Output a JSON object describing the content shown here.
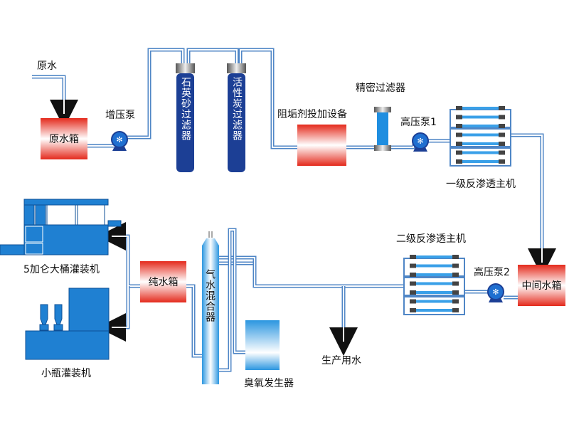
{
  "labels": {
    "raw_water": "原水",
    "raw_tank": "原水箱",
    "booster_pump": "增压泵",
    "quartz_filter": "石英砂过滤器",
    "carbon_filter": "活性炭过滤器",
    "antiscalant": "阻垢剂投加设备",
    "precision_filter": "精密过滤器",
    "hp_pump1": "高压泵1",
    "ro1": "一级反渗透主机",
    "middle_tank": "中间水箱",
    "hp_pump2": "高压泵2",
    "ro2": "二级反渗透主机",
    "production_water": "生产用水",
    "mixer": "气水混合器",
    "ozone": "臭氧发生器",
    "pure_tank": "纯水箱",
    "barrel_filler": "5加仑大桶灌装机",
    "bottle_filler": "小瓶灌装机"
  },
  "colors": {
    "pipe": "#4f86c6",
    "tank_red": "#e42a1c",
    "filter_blue": "#1c3f95",
    "machine_blue": "#1f80d2",
    "light_blue": "#3aa0e8"
  }
}
